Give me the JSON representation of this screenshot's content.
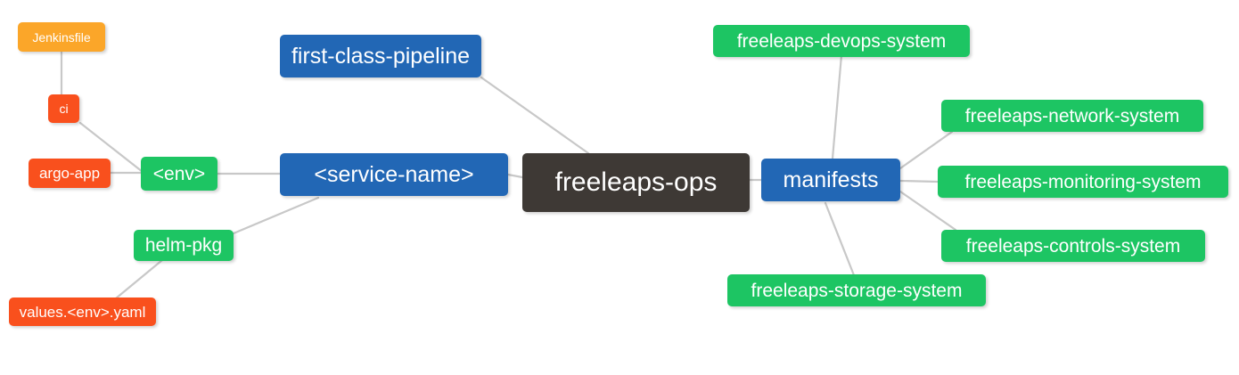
{
  "diagram": {
    "type": "mind-map",
    "title": "freeleaps-ops repository structure",
    "background": "#ffffff",
    "edge_color": "#c8c8c8",
    "palette": {
      "root": "#3e3935",
      "blue": "#2267b5",
      "green": "#1dc563",
      "orange": "#fba629",
      "red": "#f9501d",
      "text": "#ffffff"
    }
  },
  "nodes": {
    "root": {
      "label": "freeleaps-ops"
    },
    "first_class_pipeline": {
      "label": "first-class-pipeline"
    },
    "service_name": {
      "label": "<service-name>"
    },
    "env": {
      "label": "<env>"
    },
    "ci": {
      "label": "ci"
    },
    "jenkinsfile": {
      "label": "Jenkinsfile"
    },
    "argo_app": {
      "label": "argo-app"
    },
    "helm_pkg": {
      "label": "helm-pkg"
    },
    "values_yaml": {
      "label": "values.<env>.yaml"
    },
    "manifests": {
      "label": "manifests"
    },
    "devops_system": {
      "label": "freeleaps-devops-system"
    },
    "network_system": {
      "label": "freeleaps-network-system"
    },
    "monitoring_system": {
      "label": "freeleaps-monitoring-system"
    },
    "controls_system": {
      "label": "freeleaps-controls-system"
    },
    "storage_system": {
      "label": "freeleaps-storage-system"
    }
  },
  "edges": [
    {
      "from": "first_class_pipeline",
      "to": "root"
    },
    {
      "from": "service_name",
      "to": "root"
    },
    {
      "from": "env",
      "to": "service_name"
    },
    {
      "from": "helm_pkg",
      "to": "service_name"
    },
    {
      "from": "ci",
      "to": "env"
    },
    {
      "from": "jenkinsfile",
      "to": "ci"
    },
    {
      "from": "argo_app",
      "to": "env"
    },
    {
      "from": "values_yaml",
      "to": "helm_pkg"
    },
    {
      "from": "root",
      "to": "manifests"
    },
    {
      "from": "manifests",
      "to": "devops_system"
    },
    {
      "from": "manifests",
      "to": "network_system"
    },
    {
      "from": "manifests",
      "to": "monitoring_system"
    },
    {
      "from": "manifests",
      "to": "controls_system"
    },
    {
      "from": "manifests",
      "to": "storage_system"
    }
  ]
}
